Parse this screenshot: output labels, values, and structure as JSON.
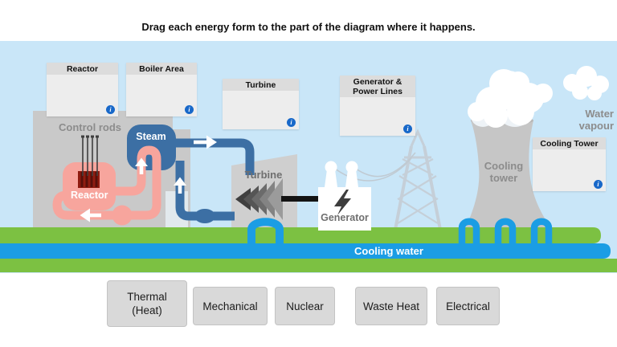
{
  "title": "Drag each energy form to the part of the diagram where it happens.",
  "zones": [
    {
      "label": "Reactor"
    },
    {
      "label": "Boiler Area"
    },
    {
      "label": "Turbine"
    },
    {
      "label": "Generator & Power Lines"
    },
    {
      "label": "Cooling Tower"
    }
  ],
  "labels": {
    "control_rods": "Control rods",
    "steam": "Steam",
    "reactor": "Reactor",
    "turbine": "Turbine",
    "generator": "Generator",
    "cooling_tower": "Cooling tower",
    "water_vapour": "Water vapour",
    "cooling_water": "Cooling water"
  },
  "drag_items": [
    {
      "label": "Thermal (Heat)"
    },
    {
      "label": "Mechanical"
    },
    {
      "label": "Nuclear"
    },
    {
      "label": "Waste Heat"
    },
    {
      "label": "Electrical"
    }
  ],
  "icons": {
    "info_glyph": "i"
  },
  "colors": {
    "sky": "#c9e6f8",
    "grass": "#7cc142",
    "cooling_water": "#1b9de4",
    "steam_pipe": "#3c6fa4",
    "coolant_pipe": "#f7a59d",
    "reactor_core": "#8f1c10",
    "building": "#c9c9c9",
    "info_badge": "#1868c9"
  }
}
